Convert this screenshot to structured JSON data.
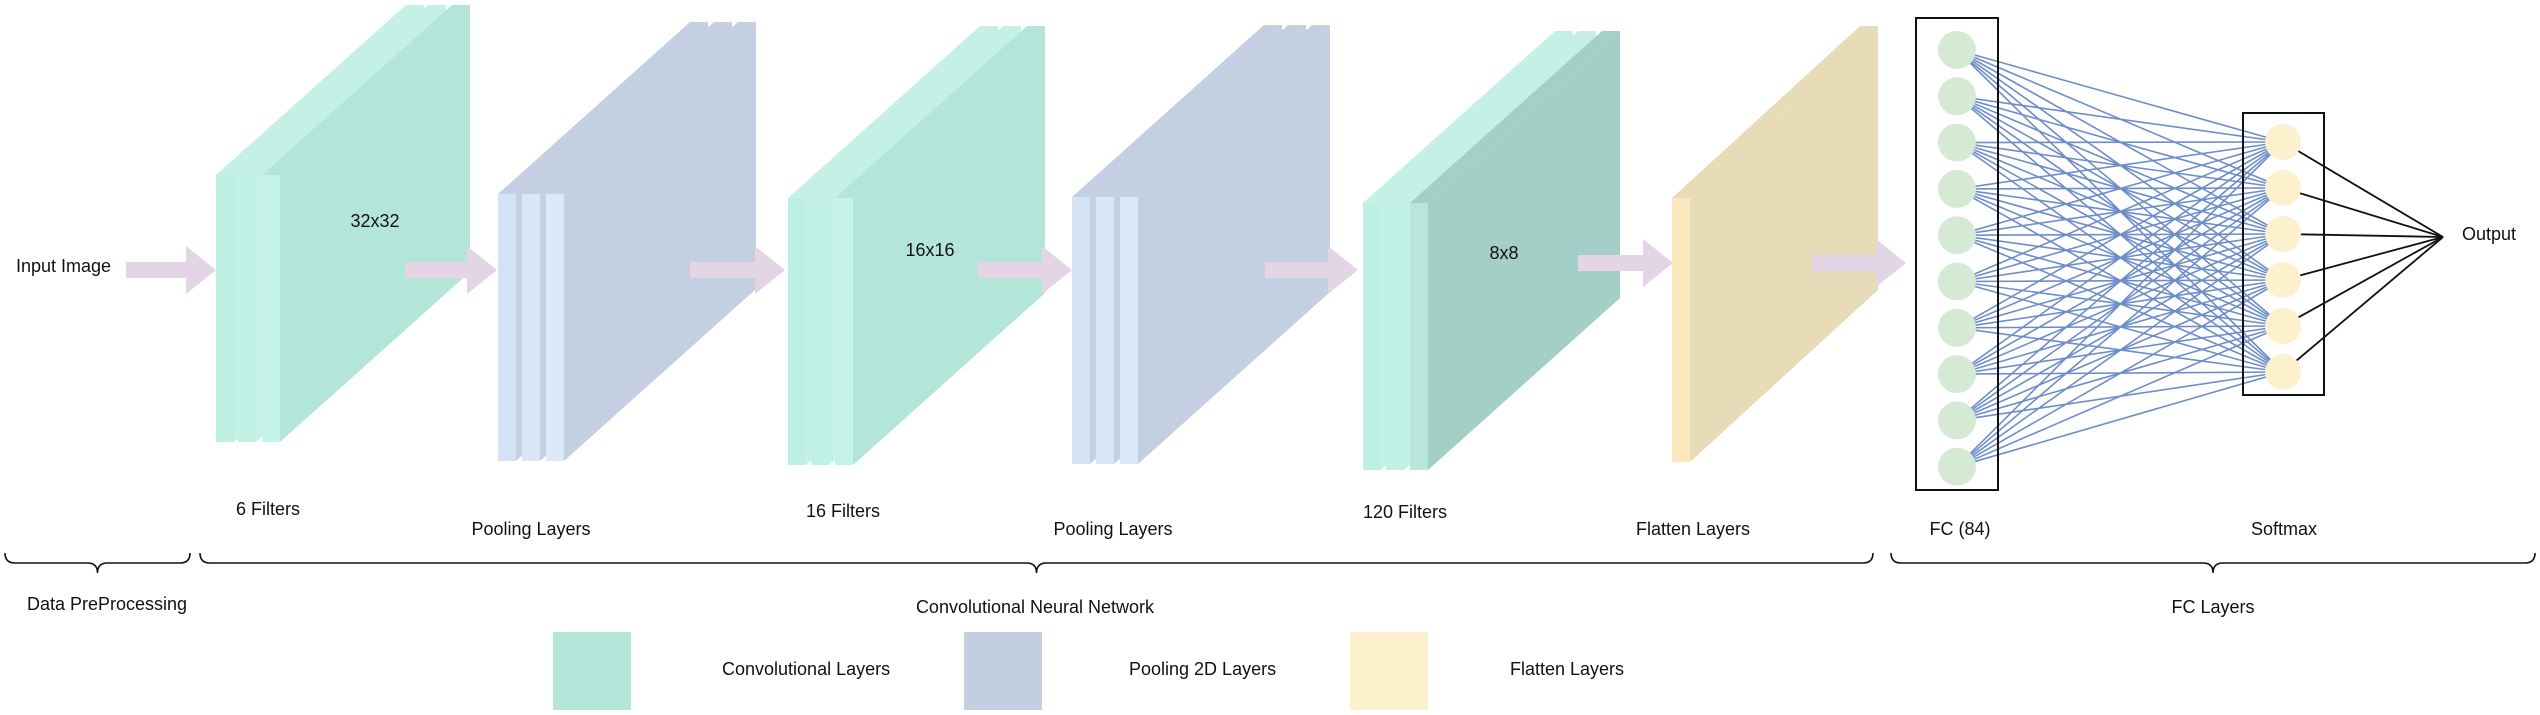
{
  "input_label": "Input Image",
  "output_label": "Output",
  "conv_blocks": [
    {
      "size_label": "32x32",
      "filters_label": "6 Filters"
    },
    {
      "size_label": "16x16",
      "filters_label": "16 Filters"
    },
    {
      "size_label": "8x8",
      "filters_label": "120 Filters"
    }
  ],
  "pool_labels": [
    "Pooling Layers",
    "Pooling Layers"
  ],
  "flatten_label": "Flatten Layers",
  "fc_label": "FC (84)",
  "softmax_label": "Softmax",
  "fc_neuron_count": 10,
  "softmax_neuron_count": 6,
  "groups": {
    "preprocessing": "Data PreProcessing",
    "cnn": "Convolutional Neural Network",
    "fc": "FC Layers"
  },
  "legend": [
    {
      "label": "Convolutional Layers",
      "color": "#b5e4d9"
    },
    {
      "label": "Pooling 2D Layers",
      "color": "#c3cfe1"
    },
    {
      "label": "Flatten Layers",
      "color": "#fdf0cc"
    }
  ],
  "colors": {
    "conv_front": "#c5f3e9",
    "conv_side": "#b3e6d9",
    "conv_side_dark": "#a4cfc6",
    "pool_front": "#d6e5f7",
    "pool_side": "#c4cfe1",
    "flatten_front": "#fbe9bd",
    "flatten_side": "#e8dbb8",
    "arrow": "#e4d5e6",
    "fc_neuron": "#d5ead5",
    "softmax_neuron": "#fdf0cc",
    "connection": "#6d8dca",
    "output_line": "#111111"
  }
}
